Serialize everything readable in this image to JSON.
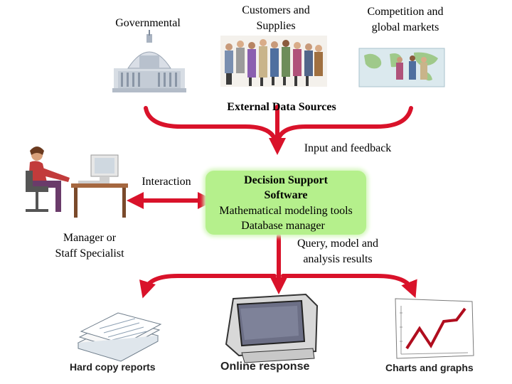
{
  "sources": {
    "governmental": "Governmental",
    "customers_line1": "Customers and",
    "customers_line2": "Supplies",
    "competition_line1": "Competition and",
    "competition_line2": "global markets"
  },
  "external_data_sources": "External Data Sources",
  "input_feedback": "Input and feedback",
  "interaction": "Interaction",
  "manager": {
    "line1": "Manager or",
    "line2": "Staff Specialist"
  },
  "dss": {
    "line1": "Decision Support",
    "line2": "Software",
    "line3": "Mathematical modeling tools",
    "line4": "Database manager"
  },
  "query": {
    "line1": "Query, model and",
    "line2": "analysis results"
  },
  "outputs": {
    "hard_copy": "Hard copy reports",
    "online": "Online response",
    "charts": "Charts and graphs"
  },
  "colors": {
    "arrow": "#d9122a",
    "dss_box": "#b5f08c"
  }
}
